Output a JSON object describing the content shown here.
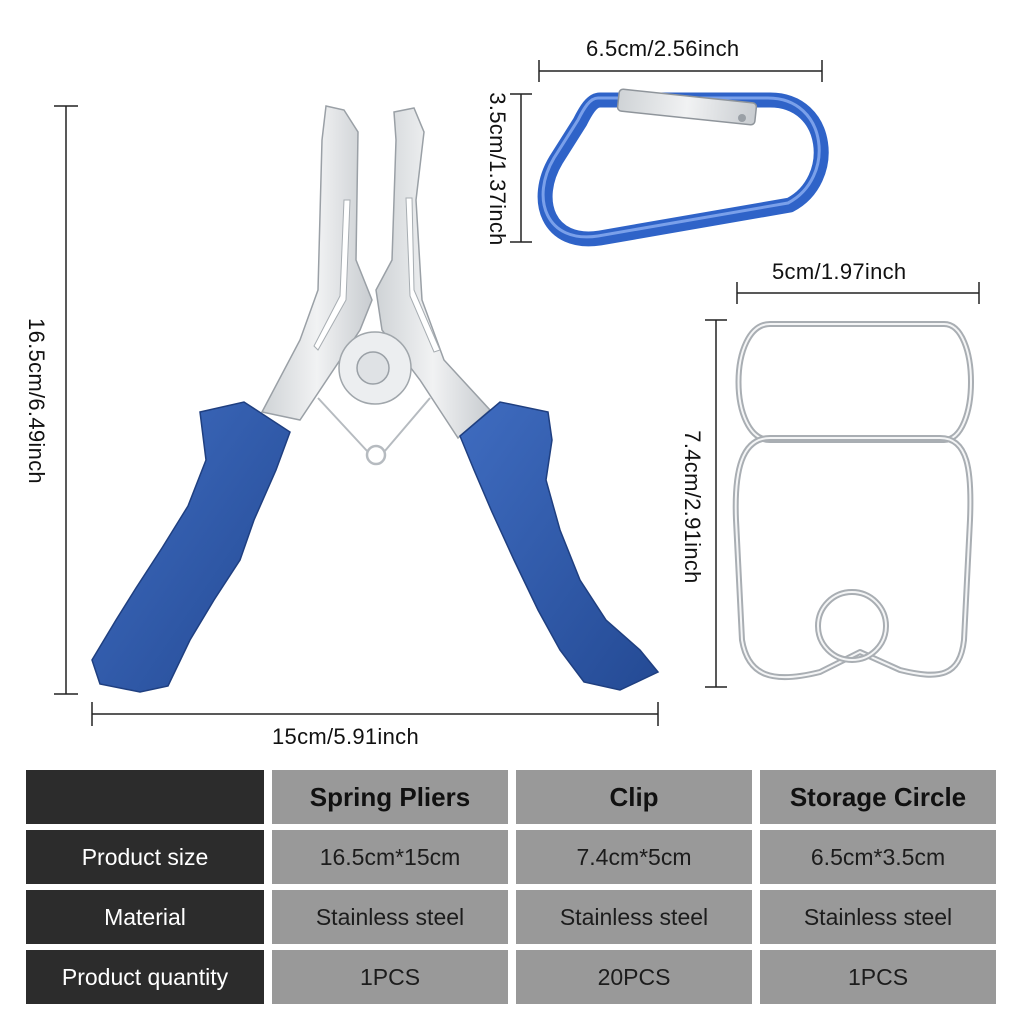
{
  "dimensions": {
    "pliers_height": "16.5cm/6.49inch",
    "pliers_width": "15cm/5.91inch",
    "carabiner_width": "6.5cm/2.56inch",
    "carabiner_height": "3.5cm/1.37inch",
    "ring_width": "5cm/1.97inch",
    "ring_height": "7.4cm/2.91inch"
  },
  "table": {
    "columns": [
      "Spring Pliers",
      "Clip",
      "Storage Circle"
    ],
    "rows": [
      {
        "label": "Product size",
        "values": [
          "16.5cm*15cm",
          "7.4cm*5cm",
          "6.5cm*3.5cm"
        ]
      },
      {
        "label": "Material",
        "values": [
          "Stainless steel",
          "Stainless steel",
          "Stainless steel"
        ]
      },
      {
        "label": "Product quantity",
        "values": [
          "1PCS",
          "20PCS",
          "1PCS"
        ]
      }
    ]
  },
  "colors": {
    "handle_blue": "#2f57a6",
    "carabiner_blue": "#2f63c8",
    "steel": "#e4e6e8",
    "table_dark": "#2c2c2c",
    "table_gray": "#999999"
  }
}
